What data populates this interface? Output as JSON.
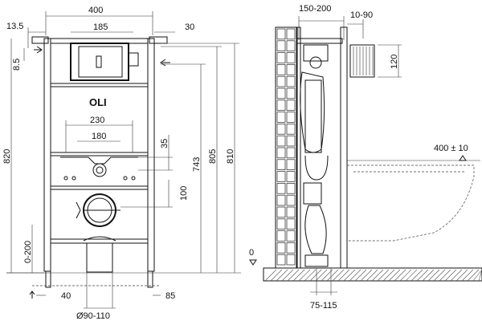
{
  "dimensions": {
    "front": {
      "frame_width": "400",
      "plate_width": "185",
      "left_offset": "13.5",
      "right_offset": "30",
      "top_drop": "8.5",
      "total_height": "820",
      "leg_range": "0-200",
      "inner_width": "230",
      "bracket_width": "180",
      "bracket_drop": "35",
      "drain_drop": "100",
      "pipe_height_1": "743",
      "pipe_height_2": "805",
      "pipe_height_3": "810",
      "foot_left": "40",
      "foot_right": "85",
      "drain_diameter": "Ø90-110"
    },
    "side": {
      "depth_range": "150-200",
      "plate_offset": "10-90",
      "plate_height": "120",
      "bowl_distance": "400 ± 10",
      "floor_level": "0",
      "outlet_range": "75-115"
    }
  },
  "brand": {
    "logo_text": "OLI"
  }
}
